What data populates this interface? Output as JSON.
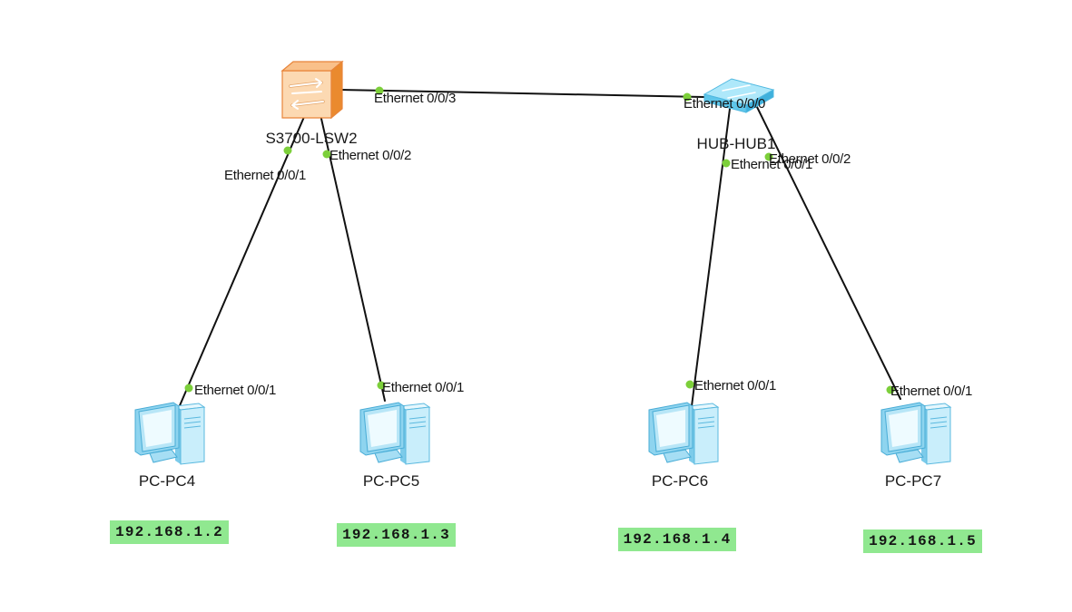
{
  "colors": {
    "background": "#ffffff",
    "link": "#111111",
    "port_dot": "#7ccf3a",
    "ip_label_bg": "#90e890",
    "switch": "#f0a050",
    "hub": "#7fd3f0",
    "pc": "#8fd6ef"
  },
  "devices": {
    "switch": {
      "name": "S3700-LSW2",
      "icon": "switch-icon"
    },
    "hub": {
      "name": "HUB-HUB1",
      "icon": "hub-icon"
    },
    "pcs": [
      {
        "name": "PC-PC4",
        "icon": "pc-icon",
        "ip": "192.168.1.2"
      },
      {
        "name": "PC-PC5",
        "icon": "pc-icon",
        "ip": "192.168.1.3"
      },
      {
        "name": "PC-PC6",
        "icon": "pc-icon",
        "ip": "192.168.1.4"
      },
      {
        "name": "PC-PC7",
        "icon": "pc-icon",
        "ip": "192.168.1.5"
      }
    ]
  },
  "links": [
    {
      "a_port": "Ethernet 0/0/3",
      "b_port": "Ethernet 0/0/0"
    },
    {
      "a_port": "Ethernet 0/0/1",
      "b_port": "Ethernet 0/0/1"
    },
    {
      "a_port": "Ethernet 0/0/2",
      "b_port": "Ethernet 0/0/1"
    },
    {
      "a_port": "Ethernet 0/0/1",
      "b_port": "Ethernet 0/0/1"
    },
    {
      "a_port": "Ethernet 0/0/2",
      "b_port": "Ethernet 0/0/1"
    }
  ]
}
